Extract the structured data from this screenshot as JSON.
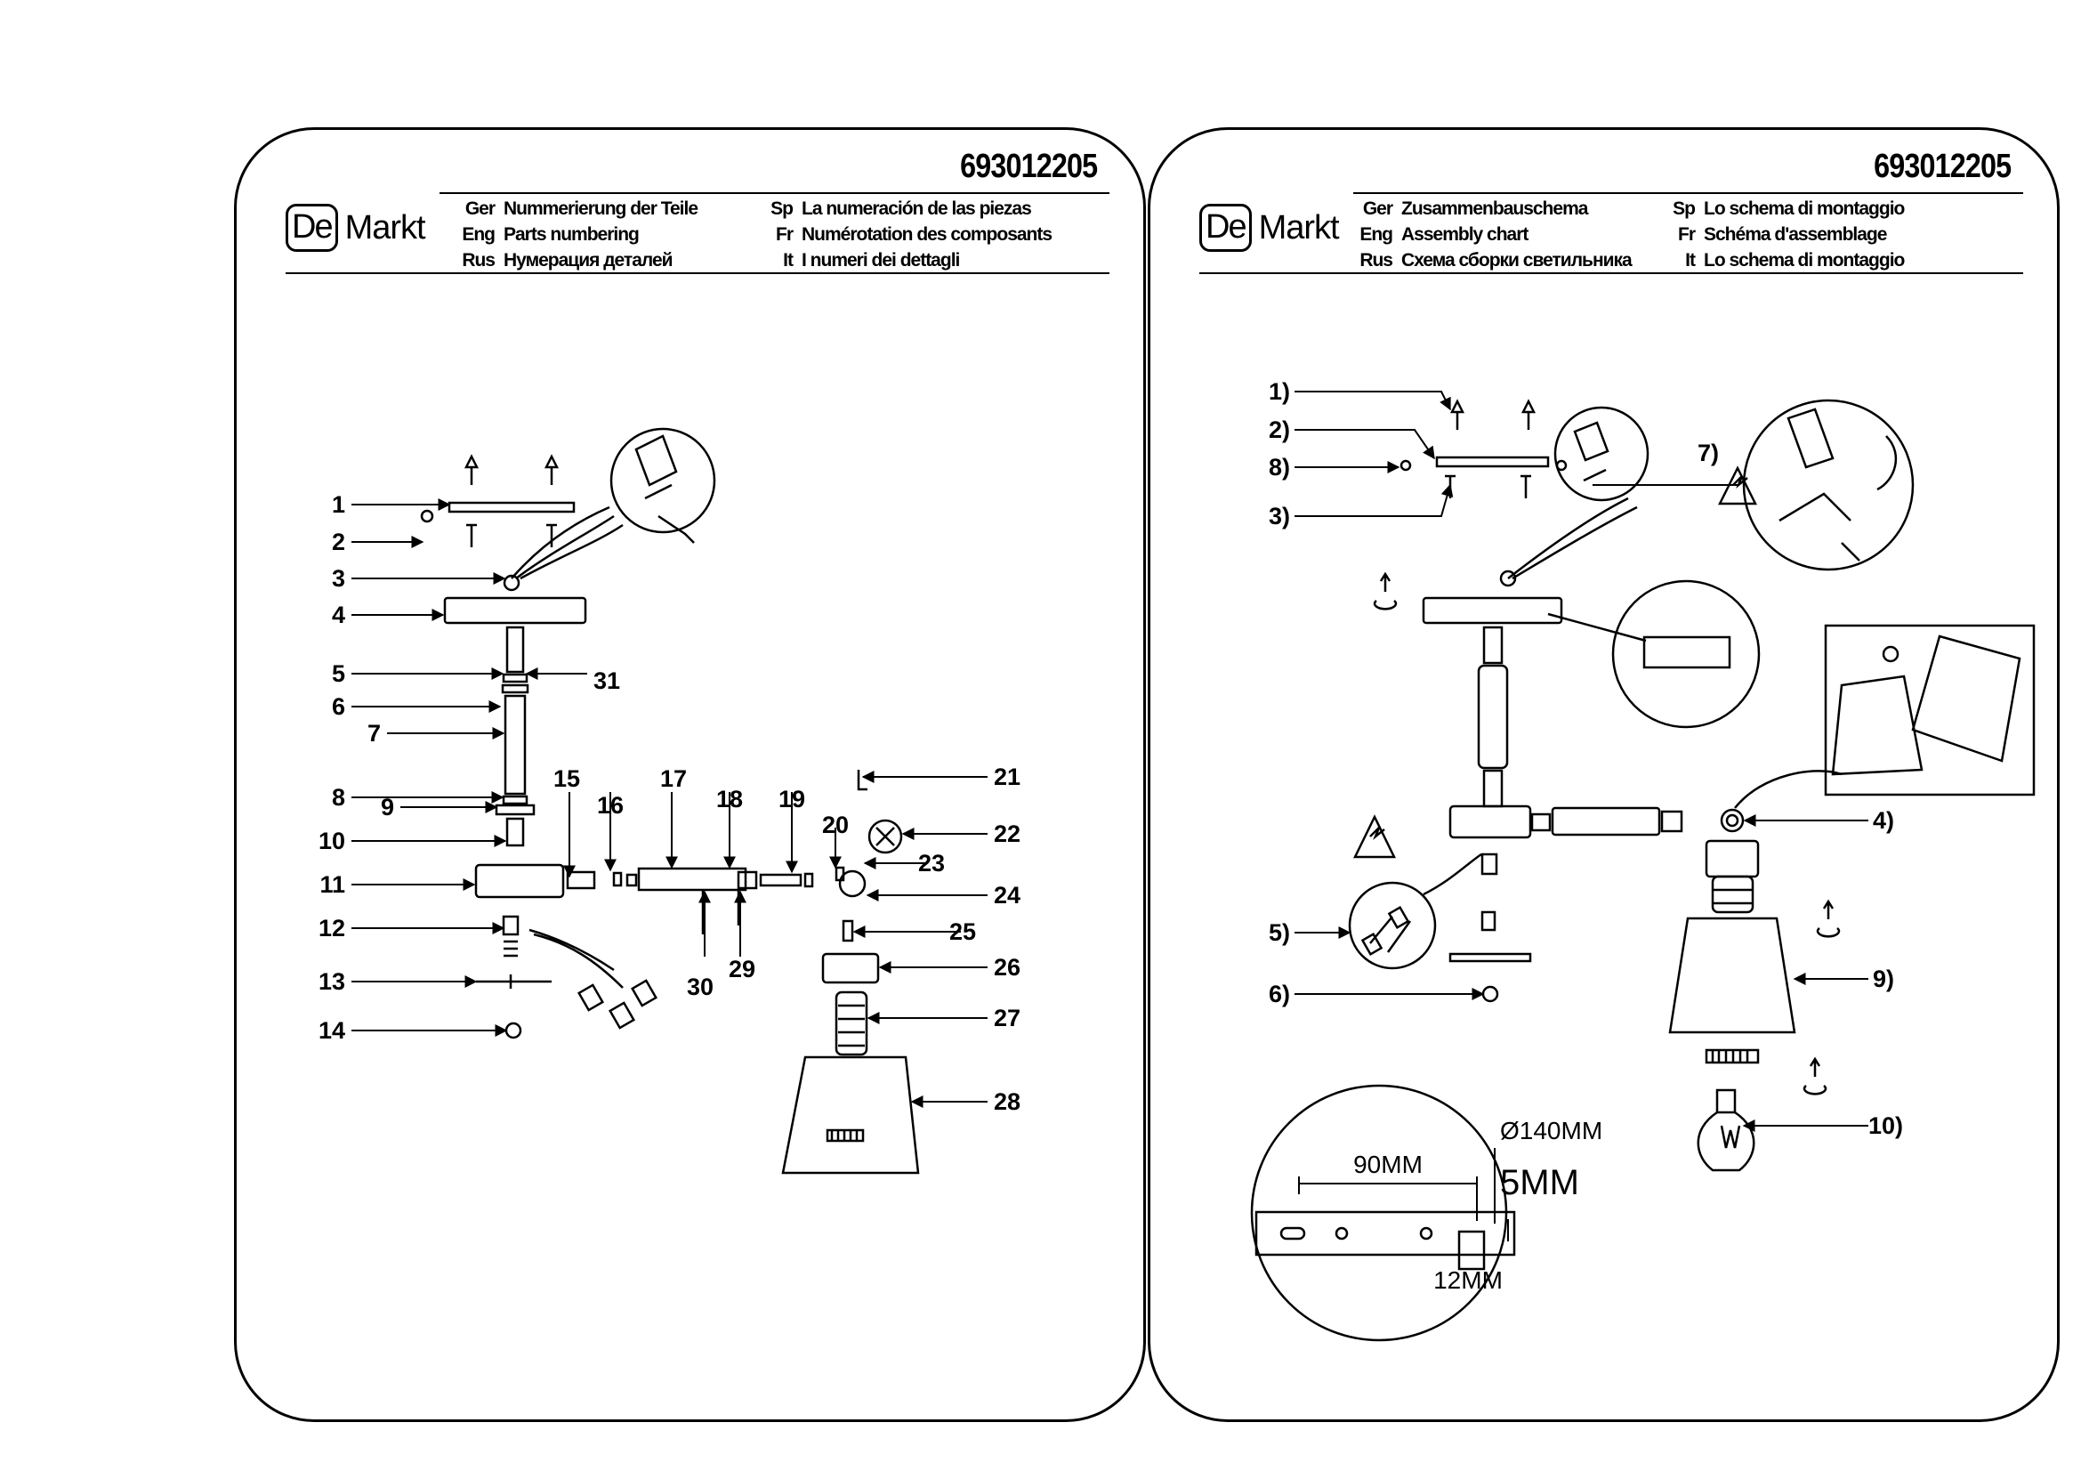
{
  "product_code": "693012205",
  "brand": {
    "mark": "De",
    "word": "Markt"
  },
  "left_header": {
    "lines": [
      {
        "lang": "Ger",
        "text": "Nummerierung der Teile"
      },
      {
        "lang": "Eng",
        "text": "Parts numbering"
      },
      {
        "lang": "Rus",
        "text": "Нумерация деталей"
      }
    ],
    "lines2": [
      {
        "lang": "Sp",
        "text": "La numeración de las piezas"
      },
      {
        "lang": "Fr",
        "text": "Numérotation des composants"
      },
      {
        "lang": "It",
        "text": "I numeri dei dettagli"
      }
    ]
  },
  "right_header": {
    "lines": [
      {
        "lang": "Ger",
        "text": "Zusammenbauschema"
      },
      {
        "lang": "Eng",
        "text": "Assembly chart"
      },
      {
        "lang": "Rus",
        "text": "Схема сборки светильника"
      }
    ],
    "lines2": [
      {
        "lang": "Sp",
        "text": "Lo schema di montaggio"
      },
      {
        "lang": "Fr",
        "text": "Schéma d'assemblage"
      },
      {
        "lang": "It",
        "text": "Lo schema di montaggio"
      }
    ]
  },
  "left_callouts": [
    "1",
    "2",
    "3",
    "4",
    "5",
    "6",
    "7",
    "8",
    "9",
    "10",
    "11",
    "12",
    "13",
    "14",
    "15",
    "16",
    "17",
    "18",
    "19",
    "20",
    "21",
    "22",
    "23",
    "24",
    "25",
    "26",
    "27",
    "28",
    "29",
    "30",
    "31"
  ],
  "right_callouts": [
    "1)",
    "2)",
    "3)",
    "4)",
    "5)",
    "6)",
    "7)",
    "8)",
    "9)",
    "10)"
  ],
  "dimensions": {
    "diameter": "Ø140MM",
    "spacing": "90MM",
    "offset": "5MM",
    "hole": "12MM"
  }
}
